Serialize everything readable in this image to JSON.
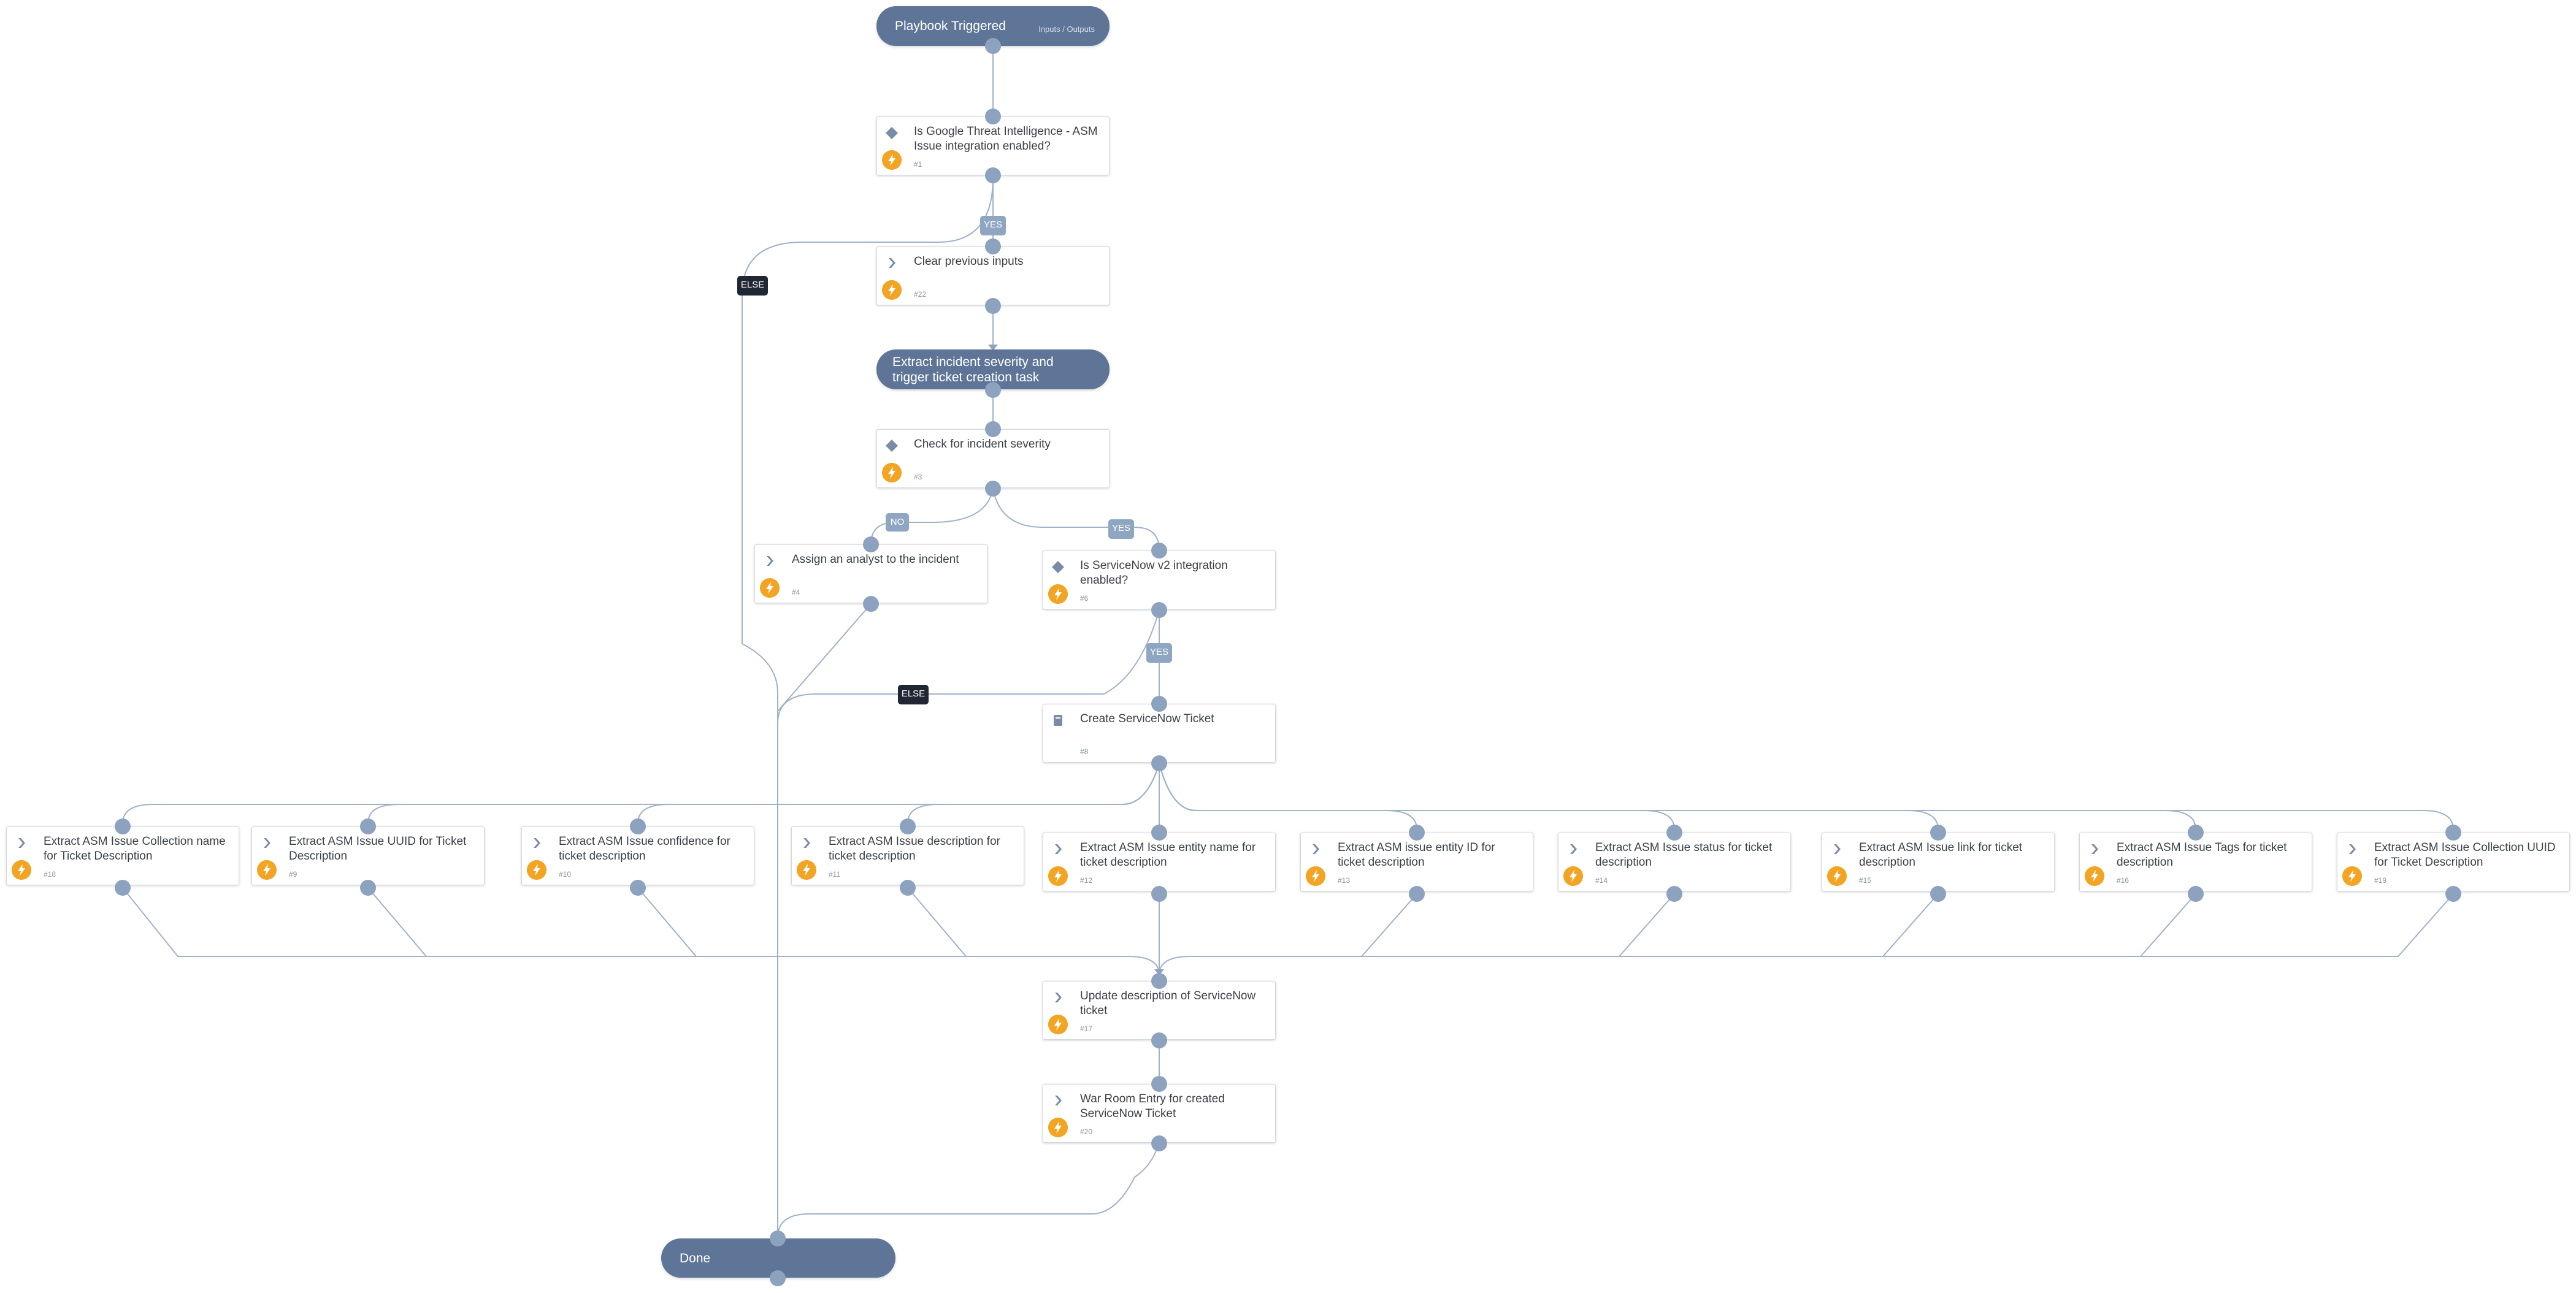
{
  "colors": {
    "pill": "#5f7598",
    "edge": "#9fb2c8",
    "connector": "#8ca2bf",
    "bolt": "#f2a422",
    "else_label": "#1e2733",
    "yes_label": "#8fa6c3"
  },
  "start": {
    "title": "Playbook Triggered",
    "subtitle": "Inputs / Outputs"
  },
  "end": {
    "title": "Done"
  },
  "section": {
    "title": "Extract incident severity and trigger ticket creation task"
  },
  "tasks": {
    "t1": {
      "name": "Is Google Threat Intelligence - ASM Issue integration enabled?",
      "id": "#1",
      "icon": "diamond-icon"
    },
    "t22": {
      "name": "Clear previous inputs",
      "id": "#22",
      "icon": "chevron-icon"
    },
    "t3": {
      "name": "Check for incident severity",
      "id": "#3",
      "icon": "diamond-icon"
    },
    "t4": {
      "name": "Assign an analyst to the incident",
      "id": "#4",
      "icon": "chevron-icon"
    },
    "t6": {
      "name": "Is ServiceNow v2 integration enabled?",
      "id": "#6",
      "icon": "diamond-icon"
    },
    "t8": {
      "name": "Create ServiceNow Ticket",
      "id": "#8",
      "icon": "book-icon"
    },
    "t18": {
      "name": "Extract ASM Issue Collection name for Ticket Description",
      "id": "#18",
      "icon": "chevron-icon"
    },
    "t9": {
      "name": "Extract ASM Issue UUID for Ticket Description",
      "id": "#9",
      "icon": "chevron-icon"
    },
    "t10": {
      "name": "Extract ASM Issue confidence for ticket description",
      "id": "#10",
      "icon": "chevron-icon"
    },
    "t11": {
      "name": "Extract ASM Issue description for ticket description",
      "id": "#11",
      "icon": "chevron-icon"
    },
    "t12": {
      "name": "Extract ASM Issue entity name for ticket description",
      "id": "#12",
      "icon": "chevron-icon"
    },
    "t13": {
      "name": "Extract ASM issue entity ID for ticket description",
      "id": "#13",
      "icon": "chevron-icon"
    },
    "t14": {
      "name": "Extract ASM Issue status for ticket description",
      "id": "#14",
      "icon": "chevron-icon"
    },
    "t15": {
      "name": "Extract ASM Issue link for ticket description",
      "id": "#15",
      "icon": "chevron-icon"
    },
    "t16": {
      "name": "Extract ASM Issue Tags for ticket description",
      "id": "#16",
      "icon": "chevron-icon"
    },
    "t19": {
      "name": "Extract ASM Issue Collection UUID for Ticket Description",
      "id": "#19",
      "icon": "chevron-icon"
    },
    "t17": {
      "name": "Update description of ServiceNow ticket",
      "id": "#17",
      "icon": "chevron-icon"
    },
    "t20": {
      "name": "War Room Entry for created ServiceNow Ticket",
      "id": "#20",
      "icon": "chevron-icon"
    }
  },
  "labels": {
    "yes": "YES",
    "no": "NO",
    "else": "ELSE"
  }
}
